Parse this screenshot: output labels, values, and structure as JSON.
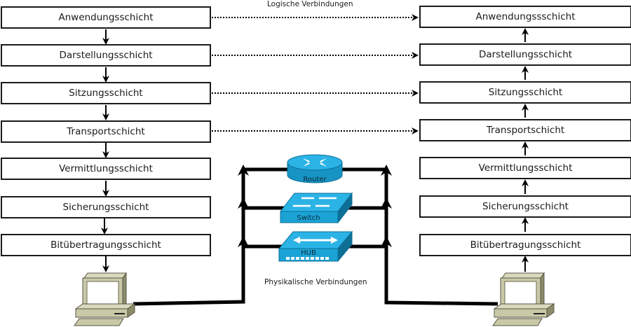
{
  "diagram": {
    "title_logical": "Logische Verbindungen",
    "title_physical": "Physikalische Verbindungen",
    "left_stack": {
      "layers": [
        {
          "label": "Anwendungsschicht"
        },
        {
          "label": "Darstellungsschicht"
        },
        {
          "label": "Sitzungsschicht"
        },
        {
          "label": "Transportschicht"
        },
        {
          "label": "Vermittlungsschicht"
        },
        {
          "label": "Sicherungsschicht"
        },
        {
          "label": "Bitübertragungsschicht"
        }
      ]
    },
    "right_stack": {
      "layers": [
        {
          "label": "Anwendungssschicht"
        },
        {
          "label": "Darstellungsschicht"
        },
        {
          "label": "Sitzungsschicht"
        },
        {
          "label": "Transportschicht"
        },
        {
          "label": "Vermittlungsschicht"
        },
        {
          "label": "Sicherungsschicht"
        },
        {
          "label": "Bitübertragungsschicht"
        }
      ]
    },
    "devices": {
      "router": "Router",
      "switch": "Switch",
      "hub": "HUB"
    },
    "icons": {
      "left_computer": "computer-icon",
      "right_computer": "computer-icon",
      "router": "router-icon",
      "switch": "switch-icon",
      "hub": "hub-icon"
    },
    "colors": {
      "device_blue": "#1ba3d6",
      "device_dark": "#0d6f96",
      "computer_beige": "#c9c9a8",
      "line": "#000000"
    }
  }
}
